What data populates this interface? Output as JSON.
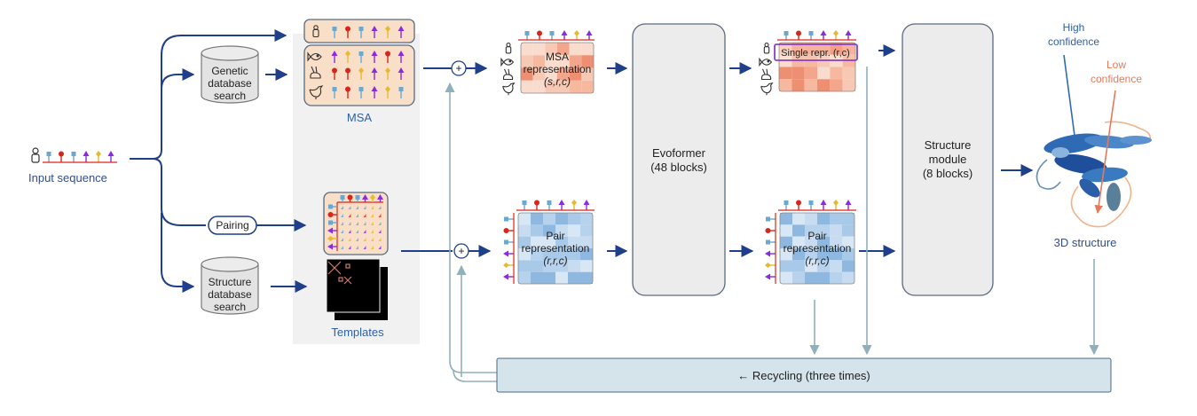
{
  "colors": {
    "main_arrow": "#1f3f8a",
    "recycle_arrow": "#8fb0bd",
    "msa_fill": "#f9dfc7",
    "pair_cell": "#a9c9e8",
    "msa_cell": "#f29a7e",
    "module_fill": "#ececec",
    "recycling_fill": "#d4e4ea",
    "highlight_box": "#8a3fc7",
    "high_confidence": "#2f6bb5",
    "low_confidence": "#e8795a",
    "token_blue": "#6aa7d1",
    "token_red": "#d9261c",
    "token_purple": "#8a2be2",
    "token_yellow": "#e8b930"
  },
  "input": {
    "label": "Input sequence",
    "tokens": [
      "blue",
      "red",
      "blue",
      "purple",
      "yellow",
      "purple"
    ]
  },
  "genetic_db": {
    "lines": [
      "Genetic",
      "database",
      "search"
    ]
  },
  "structure_db": {
    "lines": [
      "Structure",
      "database",
      "search"
    ]
  },
  "pairing": {
    "label": "Pairing"
  },
  "msa": {
    "label": "MSA",
    "rows": [
      {
        "species": "human",
        "tokens": [
          "blue",
          "red",
          "blue",
          "purple",
          "yellow",
          "purple"
        ]
      },
      {
        "species": "fish",
        "tokens": [
          "purple",
          "yellow",
          "blue",
          "purple",
          "red",
          "purple"
        ]
      },
      {
        "species": "rabbit",
        "tokens": [
          "red",
          "red",
          "yellow",
          "purple",
          "yellow",
          "purple"
        ]
      },
      {
        "species": "chicken",
        "tokens": [
          "blue",
          "red",
          "blue",
          "purple",
          "yellow",
          "blue"
        ]
      }
    ]
  },
  "templates": {
    "label": "Templates"
  },
  "msa_representation": {
    "lines": [
      "MSA",
      "representation",
      "(s,r,c)"
    ]
  },
  "pair_representation_in": {
    "lines": [
      "Pair",
      "representation",
      "(r,r,c)"
    ]
  },
  "evoformer": {
    "lines": [
      "Evoformer",
      "(48 blocks)"
    ]
  },
  "single_representation": {
    "label": "Single repr. (r,c)"
  },
  "pair_representation_out": {
    "lines": [
      "Pair",
      "representation",
      "(r,r,c)"
    ]
  },
  "structure_module": {
    "lines": [
      "Structure",
      "module",
      "(8 blocks)"
    ]
  },
  "structure_3d": {
    "label": "3D structure",
    "high_confidence": [
      "High",
      "confidence"
    ],
    "low_confidence": [
      "Low",
      "confidence"
    ]
  },
  "recycling": {
    "label": "← Recycling (three times)"
  },
  "plus_symbol": "+"
}
